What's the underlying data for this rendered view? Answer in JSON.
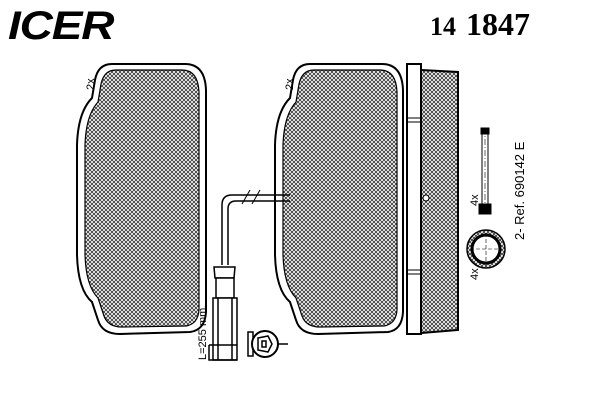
{
  "brand": "ICER",
  "part_number": {
    "prefix": "14",
    "number": "1847"
  },
  "labels": {
    "pad_left_qty": "2x",
    "pad_right_qty": "2x",
    "pin_qty": "4x",
    "ring_qty": "4x",
    "ref": "2- Ref. 690142 E",
    "wire_length": "L=255 mm."
  }
}
